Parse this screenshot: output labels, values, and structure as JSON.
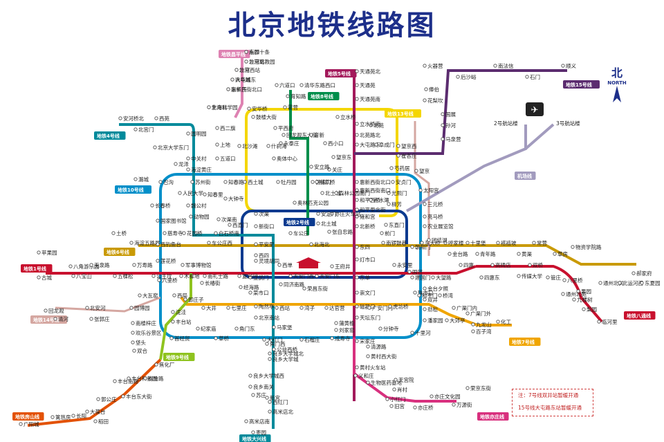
{
  "title": "北京地铁线路图",
  "compass": {
    "char": "北",
    "word": "NORTH"
  },
  "note": {
    "line1": "注：7号线双井站暂缓开通",
    "line2": "15号线大屯路东站暂缓开通"
  },
  "airport_terminals": [
    "2号航站楼",
    "3号航站楼"
  ],
  "lines": [
    {
      "id": "1",
      "name": "地铁1号线",
      "color": "#c8102e"
    },
    {
      "id": "2",
      "name": "地铁2号线",
      "color": "#0b3a8f"
    },
    {
      "id": "4",
      "name": "地铁4号线",
      "color": "#008a9b"
    },
    {
      "id": "5",
      "name": "地铁5号线",
      "color": "#a3195b"
    },
    {
      "id": "6",
      "name": "地铁6号线",
      "color": "#c99a06"
    },
    {
      "id": "7",
      "name": "地铁7号线",
      "color": "#f0a500"
    },
    {
      "id": "8",
      "name": "地铁8号线",
      "color": "#008e4b"
    },
    {
      "id": "9",
      "name": "地铁9号线",
      "color": "#8fc31f"
    },
    {
      "id": "10",
      "name": "地铁10号线",
      "color": "#008fc9"
    },
    {
      "id": "13",
      "name": "地铁13号线",
      "color": "#f4d600"
    },
    {
      "id": "14",
      "name": "地铁14号线",
      "color": "#d5a7a1"
    },
    {
      "id": "15",
      "name": "地铁15号线",
      "color": "#5b2c6f"
    },
    {
      "id": "cp",
      "name": "地铁昌平线",
      "color": "#de82b2"
    },
    {
      "id": "fs",
      "name": "地铁房山线",
      "color": "#e35205"
    },
    {
      "id": "yz",
      "name": "地铁亦庄线",
      "color": "#d8307e"
    },
    {
      "id": "dx",
      "name": "地铁大兴线",
      "color": "#008a9b"
    },
    {
      "id": "bt",
      "name": "地铁八通线",
      "color": "#c8102e"
    },
    {
      "id": "air",
      "name": "机场线",
      "color": "#a29bbe"
    }
  ],
  "stations": [
    {
      "name": "南邵"
    },
    {
      "name": "沙河高教园"
    },
    {
      "name": "沙河"
    },
    {
      "name": "巩华城"
    },
    {
      "name": "朱辛庄"
    },
    {
      "name": "生命科学园"
    },
    {
      "name": "西二旗"
    },
    {
      "name": "上地"
    },
    {
      "name": "五道口"
    },
    {
      "name": "知春路"
    },
    {
      "name": "大钟寺"
    },
    {
      "name": "西直门"
    },
    {
      "name": "霍营"
    },
    {
      "name": "立水桥"
    },
    {
      "name": "北苑"
    },
    {
      "name": "望京西"
    },
    {
      "name": "芍药居"
    },
    {
      "name": "光熙门"
    },
    {
      "name": "柳芳"
    },
    {
      "name": "东直门"
    },
    {
      "name": "天通苑北"
    },
    {
      "name": "天通苑"
    },
    {
      "name": "天通苑南"
    },
    {
      "name": "立水桥南"
    },
    {
      "name": "北苑路北"
    },
    {
      "name": "大屯路东"
    },
    {
      "name": "惠新西街北口"
    },
    {
      "name": "惠新西街南口"
    },
    {
      "name": "和平西桥"
    },
    {
      "name": "和平里北街"
    },
    {
      "name": "雍和宫"
    },
    {
      "name": "北新桥"
    },
    {
      "name": "张自忠路"
    },
    {
      "name": "东四"
    },
    {
      "name": "灯市口"
    },
    {
      "name": "东单"
    },
    {
      "name": "崇文门"
    },
    {
      "name": "磁器口"
    },
    {
      "name": "天坛东门"
    },
    {
      "name": "蒲黄榆"
    },
    {
      "name": "刘家窑"
    },
    {
      "name": "宋家庄"
    },
    {
      "name": "安河桥北"
    },
    {
      "name": "北宫门"
    },
    {
      "name": "西苑"
    },
    {
      "name": "圆明园"
    },
    {
      "name": "北京大学东门"
    },
    {
      "name": "中关村"
    },
    {
      "name": "海淀黄庄"
    },
    {
      "name": "人民大学"
    },
    {
      "name": "魏公村"
    },
    {
      "name": "国家图书馆"
    },
    {
      "name": "动物园"
    },
    {
      "name": "新街口"
    },
    {
      "name": "平安里"
    },
    {
      "name": "西四"
    },
    {
      "name": "灵境胡同"
    },
    {
      "name": "西单"
    },
    {
      "name": "宣武门"
    },
    {
      "name": "菜市口"
    },
    {
      "name": "陶然亭"
    },
    {
      "name": "北京南站"
    },
    {
      "name": "马家堡"
    },
    {
      "name": "角门西"
    },
    {
      "name": "公益西桥"
    },
    {
      "name": "苹果园"
    },
    {
      "name": "古城"
    },
    {
      "name": "八角游乐园"
    },
    {
      "name": "八宝山"
    },
    {
      "name": "玉泉路"
    },
    {
      "name": "五棵松"
    },
    {
      "name": "万寿路"
    },
    {
      "name": "公主坟"
    },
    {
      "name": "军事博物馆"
    },
    {
      "name": "木樨地"
    },
    {
      "name": "南礼士路"
    },
    {
      "name": "复兴门"
    },
    {
      "name": "天安门西"
    },
    {
      "name": "天安门东"
    },
    {
      "name": "王府井"
    },
    {
      "name": "建国门"
    },
    {
      "name": "永安里"
    },
    {
      "name": "国贸"
    },
    {
      "name": "大望路"
    },
    {
      "name": "四惠"
    },
    {
      "name": "四惠东"
    },
    {
      "name": "高碑店"
    },
    {
      "name": "传媒大学"
    },
    {
      "name": "双桥"
    },
    {
      "name": "管庄"
    },
    {
      "name": "八里桥"
    },
    {
      "name": "通州北苑"
    },
    {
      "name": "果园"
    },
    {
      "name": "九棵树"
    },
    {
      "name": "梨园"
    },
    {
      "name": "临河里"
    },
    {
      "name": "土桥"
    },
    {
      "name": "海淀五路居"
    },
    {
      "name": "慈寿寺"
    },
    {
      "name": "花园桥"
    },
    {
      "name": "白石桥南"
    },
    {
      "name": "车公庄西"
    },
    {
      "name": "车公庄"
    },
    {
      "name": "北海北"
    },
    {
      "name": "南锣鼓巷"
    },
    {
      "name": "朝阳门"
    },
    {
      "name": "东大桥"
    },
    {
      "name": "呼家楼"
    },
    {
      "name": "金台路"
    },
    {
      "name": "十里堡"
    },
    {
      "name": "青年路"
    },
    {
      "name": "褡裢坡"
    },
    {
      "name": "黄渠"
    },
    {
      "name": "常营"
    },
    {
      "name": "草房"
    },
    {
      "name": "物资学院路"
    },
    {
      "name": "通州北关"
    },
    {
      "name": "北运河西"
    },
    {
      "name": "郝家府"
    },
    {
      "name": "东夏园"
    },
    {
      "name": "潞城"
    },
    {
      "name": "巴沟"
    },
    {
      "name": "苏州街"
    },
    {
      "name": "知春里"
    },
    {
      "name": "西土城"
    },
    {
      "name": "牡丹园"
    },
    {
      "name": "健德门"
    },
    {
      "name": "北土城"
    },
    {
      "name": "安贞门"
    },
    {
      "name": "太阳宫"
    },
    {
      "name": "三元桥"
    },
    {
      "name": "亮马桥"
    },
    {
      "name": "农业展览馆"
    },
    {
      "name": "团结湖"
    },
    {
      "name": "金台夕照"
    },
    {
      "name": "双井"
    },
    {
      "name": "劲松"
    },
    {
      "name": "潘家园"
    },
    {
      "name": "十里河"
    },
    {
      "name": "分钟寺"
    },
    {
      "name": "成寿寺"
    },
    {
      "name": "石榴庄"
    },
    {
      "name": "大红门"
    },
    {
      "name": "角门东"
    },
    {
      "name": "草桥"
    },
    {
      "name": "纪家庙"
    },
    {
      "name": "首经贸"
    },
    {
      "name": "丰台站"
    },
    {
      "name": "泥洼"
    },
    {
      "name": "西局"
    },
    {
      "name": "六里桥"
    },
    {
      "name": "莲花桥"
    },
    {
      "name": "西钓鱼台"
    },
    {
      "name": "长春桥"
    },
    {
      "name": "火器营"
    },
    {
      "name": "后沙峪"
    },
    {
      "name": "南法信"
    },
    {
      "name": "石门"
    },
    {
      "name": "顺义"
    },
    {
      "name": "俸伯"
    },
    {
      "name": "花梨坎"
    },
    {
      "name": "国展"
    },
    {
      "name": "孙河"
    },
    {
      "name": "马泉营"
    },
    {
      "name": "崔各庄"
    },
    {
      "name": "望京"
    },
    {
      "name": "望京东"
    },
    {
      "name": "关庄"
    },
    {
      "name": "安立路"
    },
    {
      "name": "奥体中心"
    },
    {
      "name": "北沙滩"
    },
    {
      "name": "六道口"
    },
    {
      "name": "清华东路西口"
    },
    {
      "name": "育知路"
    },
    {
      "name": "平西府"
    },
    {
      "name": "回龙观东大街"
    },
    {
      "name": "育新"
    },
    {
      "name": "西小口"
    },
    {
      "name": "永泰庄"
    },
    {
      "name": "林萃桥"
    },
    {
      "name": "森林公园南门"
    },
    {
      "name": "奥林匹克公园"
    },
    {
      "name": "北土城"
    },
    {
      "name": "安华桥"
    },
    {
      "name": "鼓楼大街"
    },
    {
      "name": "什刹海"
    },
    {
      "name": "龙泽"
    },
    {
      "name": "回龙观"
    },
    {
      "name": "清河"
    },
    {
      "name": "北安河"
    },
    {
      "name": "张郭庄"
    },
    {
      "name": "园博园"
    },
    {
      "name": "大瓦窑"
    },
    {
      "name": "郭庄子"
    },
    {
      "name": "大井"
    },
    {
      "name": "七里庄"
    },
    {
      "name": "西站"
    },
    {
      "name": "湾子"
    },
    {
      "name": "达官营"
    },
    {
      "name": "广安门内"
    },
    {
      "name": "虎坊桥"
    },
    {
      "name": "珠市口"
    },
    {
      "name": "桥湾"
    },
    {
      "name": "广渠门内"
    },
    {
      "name": "广渠门外"
    },
    {
      "name": "九龙山"
    },
    {
      "name": "大郊亭"
    },
    {
      "name": "百子湾"
    },
    {
      "name": "化工"
    },
    {
      "name": "南楼梓庄"
    },
    {
      "name": "欢乐谷景区"
    },
    {
      "name": "垡头"
    },
    {
      "name": "双合"
    },
    {
      "name": "焦化厂"
    },
    {
      "name": "丰台科技园"
    },
    {
      "name": "科怡路"
    },
    {
      "name": "丰台南路"
    },
    {
      "name": "丰台东大街"
    },
    {
      "name": "郭公庄"
    },
    {
      "name": "大葆台"
    },
    {
      "name": "稻田"
    },
    {
      "name": "长阳"
    },
    {
      "name": "篱笆房"
    },
    {
      "name": "广阳城"
    },
    {
      "name": "良乡大学城北"
    },
    {
      "name": "良乡大学城"
    },
    {
      "name": "良乡大学城西"
    },
    {
      "name": "良乡南关"
    },
    {
      "name": "苏庄"
    },
    {
      "name": "新宫"
    },
    {
      "name": "西红门"
    },
    {
      "name": "高米店北"
    },
    {
      "name": "高米店南"
    },
    {
      "name": "枣园"
    },
    {
      "name": "清源路"
    },
    {
      "name": "黄村西大街"
    },
    {
      "name": "黄村火车站"
    },
    {
      "name": "义和庄"
    },
    {
      "name": "生物医药基地"
    },
    {
      "name": "天宫院"
    },
    {
      "name": "肖村"
    },
    {
      "name": "小红门"
    },
    {
      "name": "旧宫"
    },
    {
      "name": "亦庄桥"
    },
    {
      "name": "亦庄文化园"
    },
    {
      "name": "万源街"
    },
    {
      "name": "荣京东街"
    },
    {
      "name": "荣昌东街"
    },
    {
      "name": "同济南路"
    },
    {
      "name": "经海路"
    },
    {
      "name": "次渠南"
    },
    {
      "name": "次渠"
    },
    {
      "name": "亦庄火车站"
    },
    {
      "name": "前门"
    },
    {
      "name": "和平门"
    },
    {
      "name": "长椿街"
    },
    {
      "name": "阜成门"
    },
    {
      "name": "积水潭"
    },
    {
      "name": "安定门"
    },
    {
      "name": "东四十条"
    },
    {
      "name": "北京站"
    },
    {
      "name": "北京西站"
    },
    {
      "name": "大屯路东"
    },
    {
      "name": "惠新西街北口"
    },
    {
      "name": "北海北"
    }
  ]
}
